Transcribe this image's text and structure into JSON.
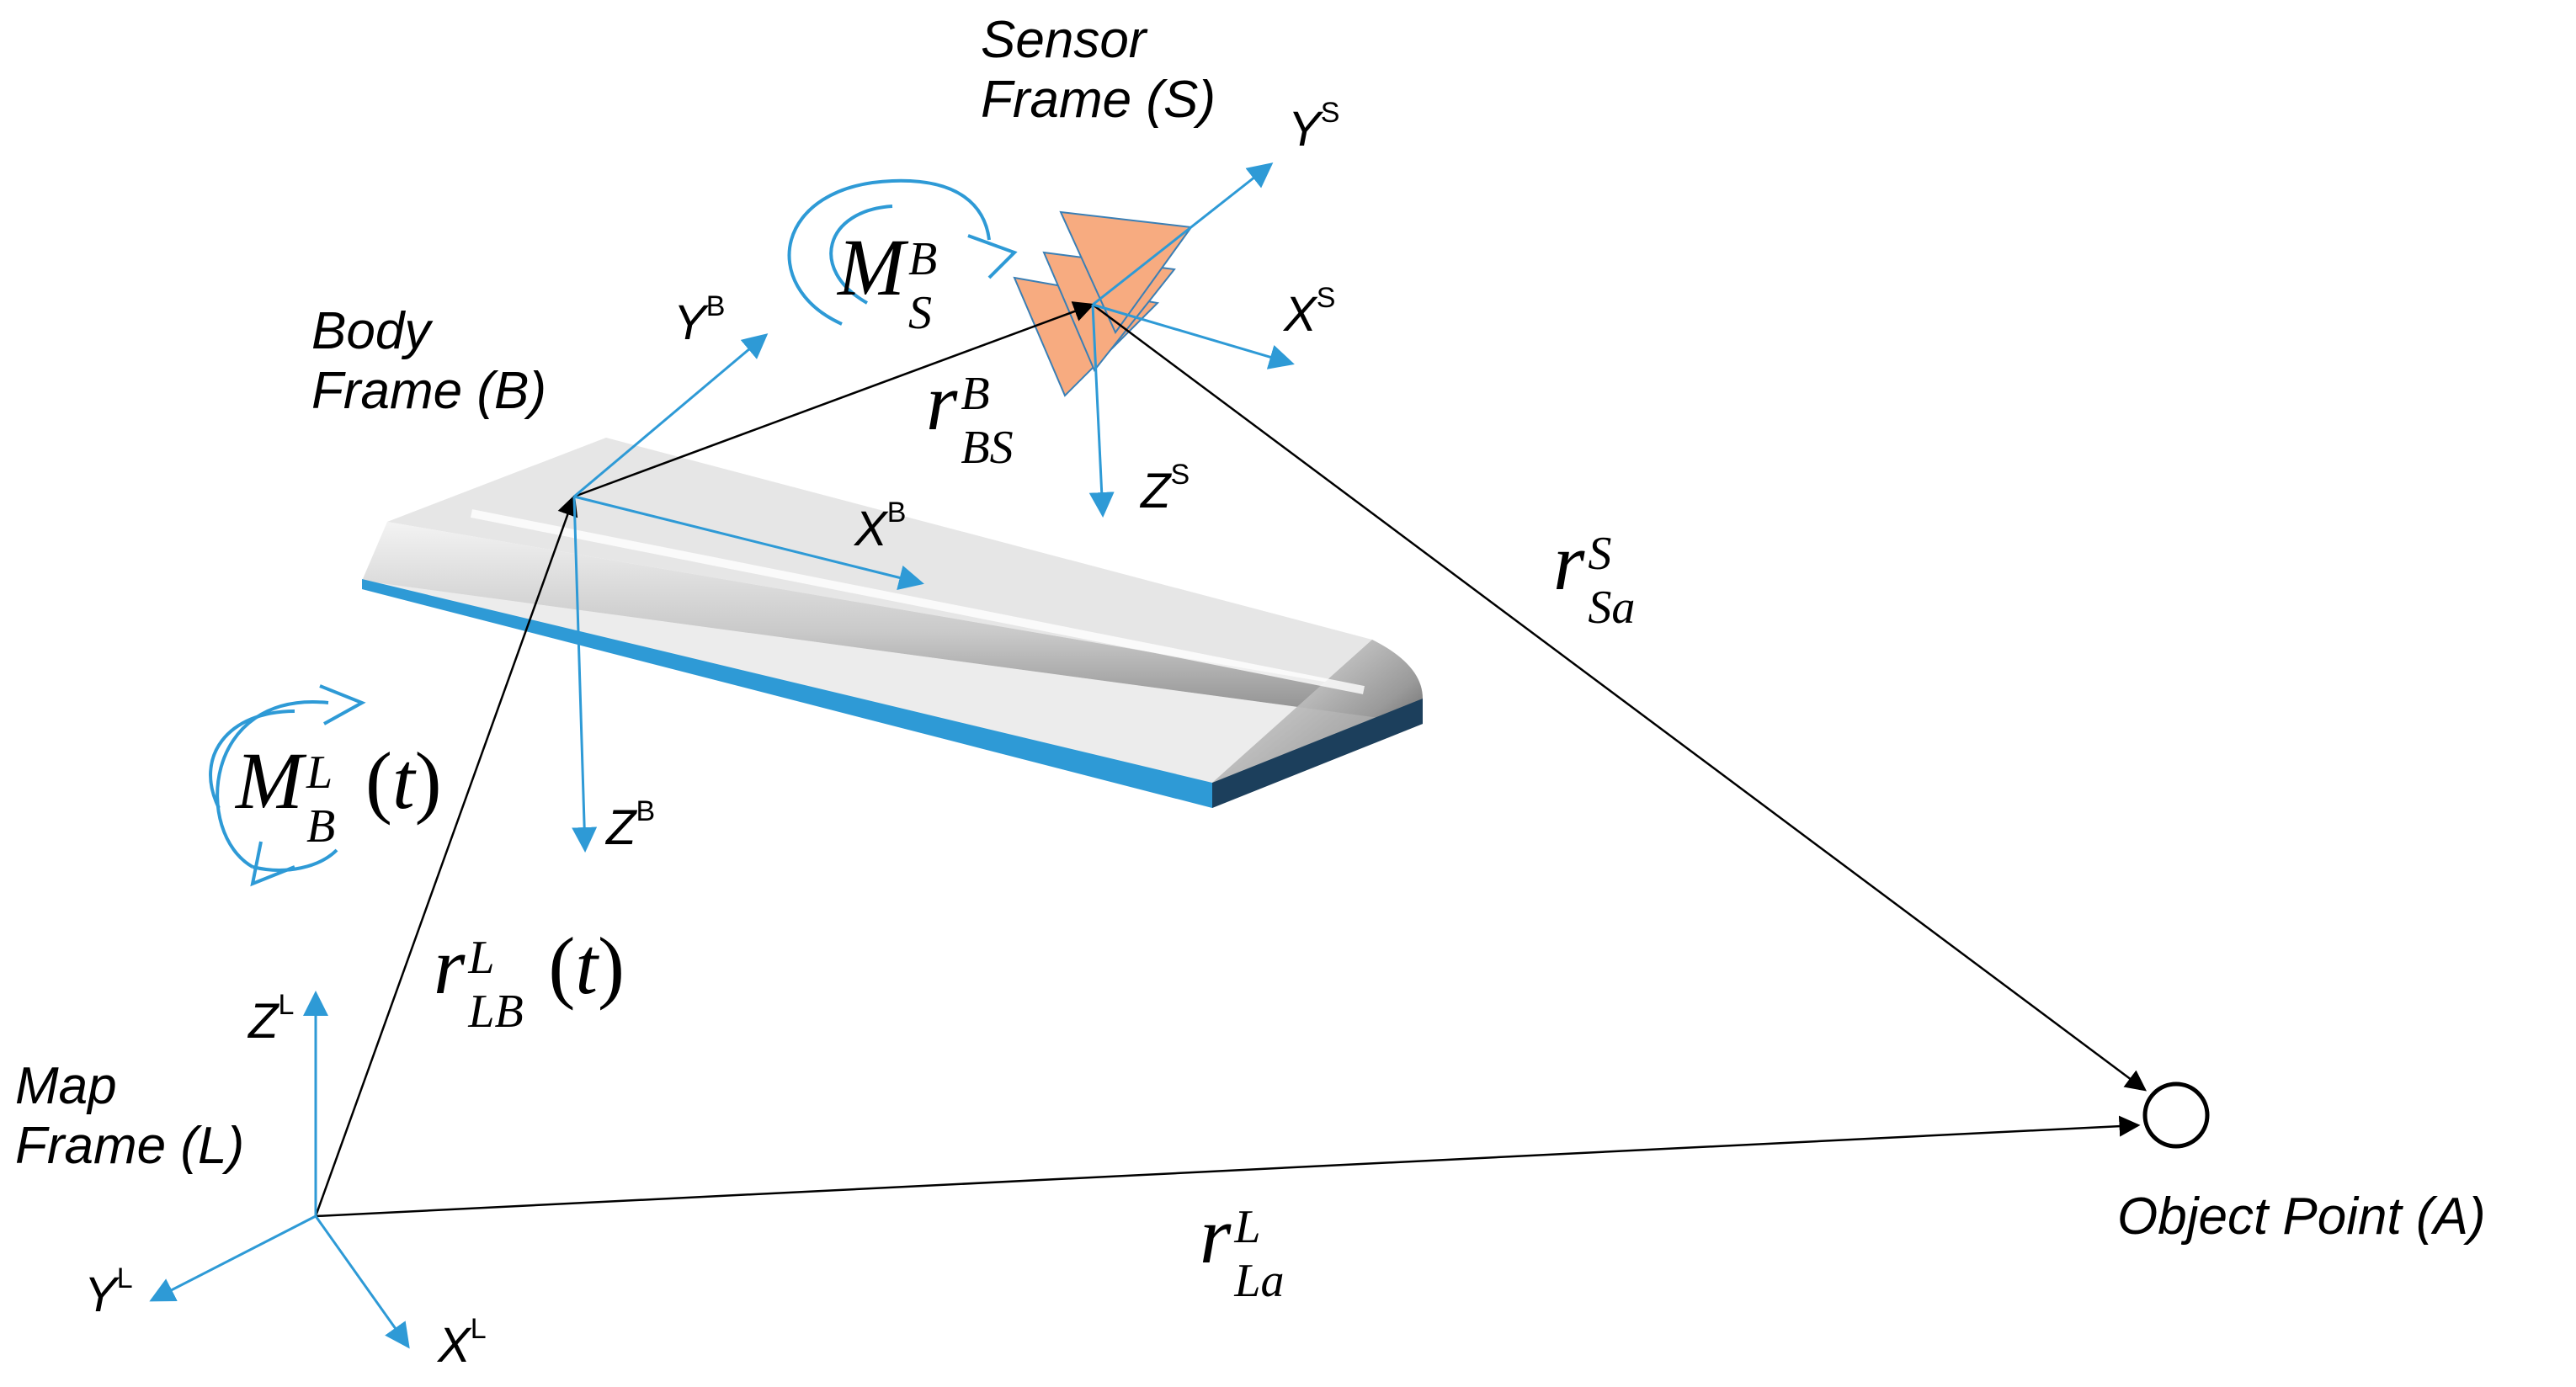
{
  "frames": {
    "sensor": [
      "Sensor",
      "Frame (S)"
    ],
    "body": [
      "Body",
      "Frame (B)"
    ],
    "map": [
      "Map",
      "Frame (L)"
    ]
  },
  "object_point": "Object Point (A)",
  "axes": {
    "sensor": {
      "y_main": "Y",
      "y_sup": "S",
      "x_main": "X",
      "x_sup": "S",
      "z_main": "Z",
      "z_sup": "S"
    },
    "body": {
      "y_main": "Y",
      "y_sup": "B",
      "x_main": "X",
      "x_sup": "B",
      "z_main": "Z",
      "z_sup": "B"
    },
    "map": {
      "y_main": "Y",
      "y_sup": "L",
      "x_main": "X",
      "x_sup": "L",
      "z_main": "Z",
      "z_sup": "L"
    }
  },
  "math": {
    "m_sb": {
      "base": "M",
      "sup": "B",
      "sub": "S",
      "tail": ""
    },
    "r_bs": {
      "base": "r",
      "sup": "B",
      "sub": "BS",
      "tail": ""
    },
    "r_sa": {
      "base": "r",
      "sup": "S",
      "sub": "Sa",
      "tail": ""
    },
    "m_bl": {
      "base": "M",
      "sup": "L",
      "sub": "B",
      "tail_open": "(",
      "tail_var": "t",
      "tail_close": ")"
    },
    "r_lb": {
      "base": "r",
      "sup": "L",
      "sub": "LB",
      "tail_open": "(",
      "tail_var": "t",
      "tail_close": ")"
    },
    "r_la": {
      "base": "r",
      "sup": "L",
      "sub": "La",
      "tail": ""
    }
  },
  "colors": {
    "axis": "#2e9ad6",
    "platform_top": "#e4e4e4",
    "platform_edge": "#2e9ad6",
    "sensor_fill": "#f7ab80",
    "sensor_stroke": "#3a7fb5",
    "vector": "#000000"
  },
  "icons": {
    "rotation_arrow": "curved-rotation-arrow-icon",
    "object_point": "circle-marker-icon",
    "sensor": "triangle-sensor-icon"
  }
}
